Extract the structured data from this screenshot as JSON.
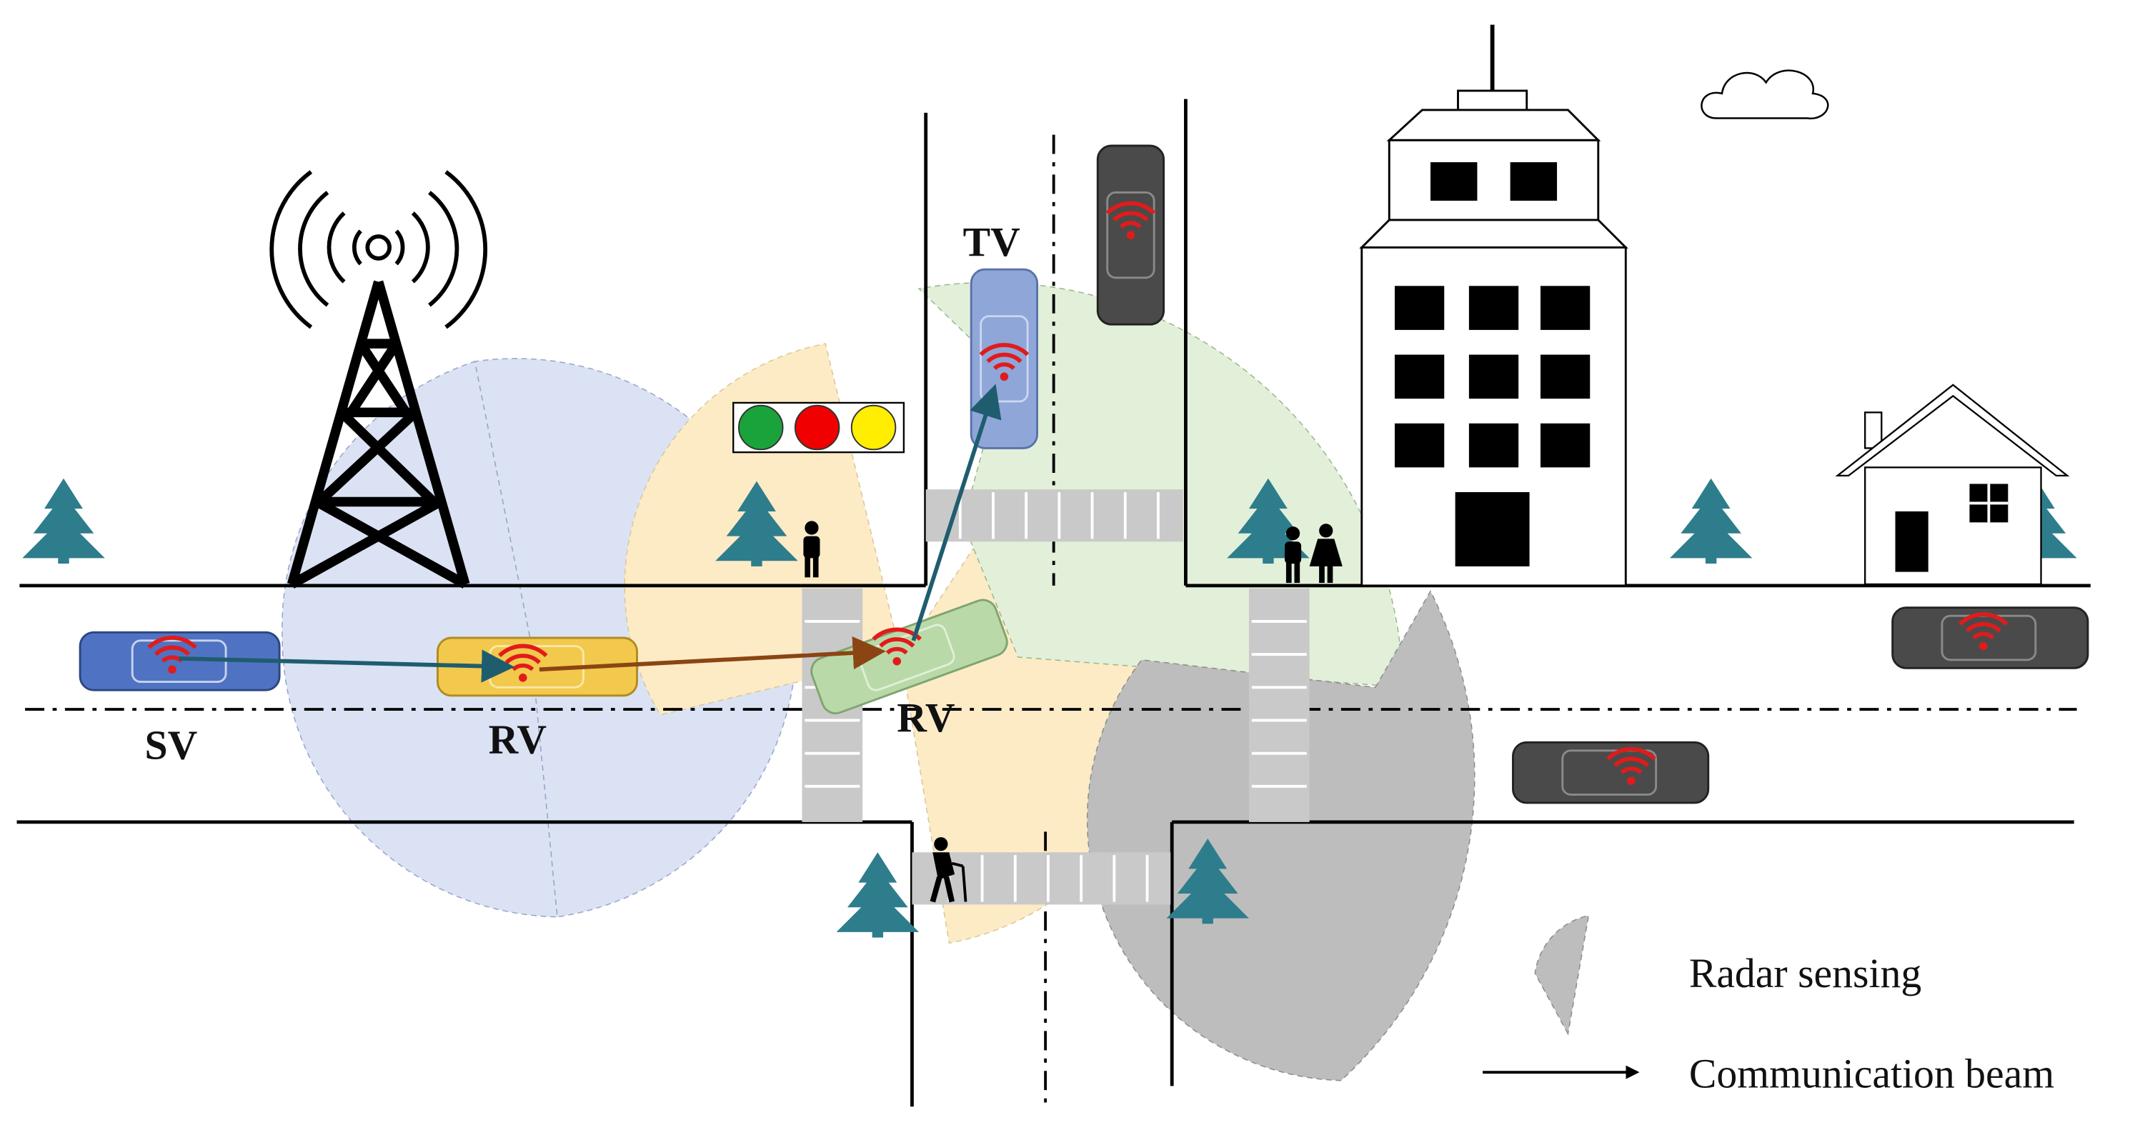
{
  "labels": {
    "sv": "SV",
    "rv_left": "RV",
    "rv_right": "RV",
    "tv": "TV"
  },
  "legend": {
    "radar": "Radar sensing",
    "comm": "Communication beam"
  },
  "colors": {
    "radar_blue": "#dbe2f3",
    "radar_yellow": "#fdebc6",
    "radar_green": "#e2f0da",
    "radar_gray": "#bdbdbd",
    "tree": "#2e7d8c",
    "wifi": "#e11b1b",
    "beam_teal": "#1f5d6e",
    "beam_brown": "#8b4513",
    "car_blue": "#4f73c2",
    "car_yellow": "#f2c94c",
    "car_green": "#b9d9a8",
    "car_tv": "#8ea6d8",
    "car_dark": "#4a4a4a",
    "light_green": "#1aa33a",
    "light_red": "#f00000",
    "light_yellow": "#ffee00"
  },
  "icons": [
    "cell-tower-icon",
    "traffic-light-icon",
    "pedestrian-icon",
    "couple-icon",
    "elderly-pedestrian-icon",
    "building-icon",
    "house-icon",
    "cloud-icon",
    "tree-icon",
    "wifi-icon"
  ]
}
